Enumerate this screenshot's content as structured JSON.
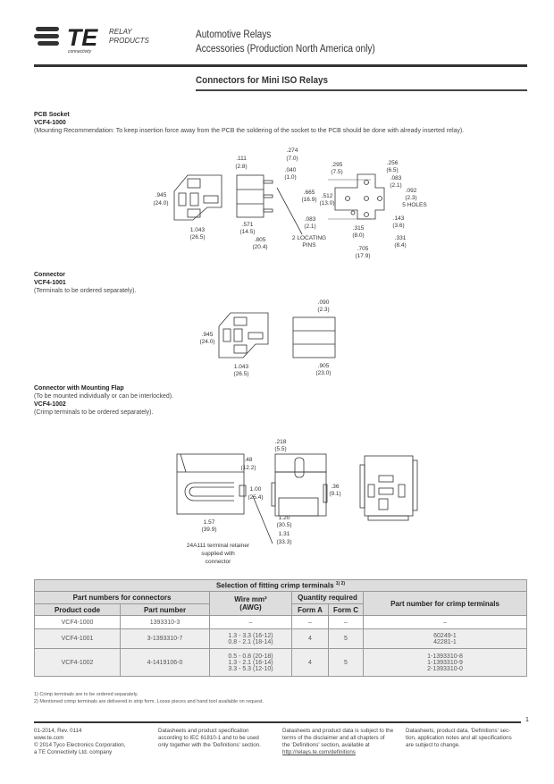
{
  "header": {
    "logo_text": "TE",
    "logo_subtext": "connectivity",
    "brand_line1": "RELAY",
    "brand_line2": "PRODUCTS",
    "title_line1": "Automotive Relays",
    "title_line2": "Accessories (Production North America only)"
  },
  "section_title": "Connectors for Mini ISO Relays",
  "products": [
    {
      "name": "PCB Socket",
      "code": "VCF4-1000",
      "note": "(Mounting Recommendation: To keep insertion force away from the PCB the soldering of the socket to the PCB should be done with already inserted relay).",
      "dims": {
        "h945": ".945",
        "h945mm": "(24.0)",
        "w1043": "1.043",
        "w1043mm": "(26.5)",
        "d111": ".111",
        "d111mm": "(2.8)",
        "d274": ".274",
        "d274mm": "(7.0)",
        "d040": ".040",
        "d040mm": "(1.0)",
        "d571": ".571",
        "d571mm": "(14.5)",
        "d805": ".805",
        "d805mm": "(20.4)",
        "pins1": "2 LOCATING",
        "pins2": "PINS",
        "d295": ".295",
        "d295mm": "(7.5)",
        "d256": ".256",
        "d256mm": "(6.5)",
        "d083a": ".083",
        "d083amm": "(2.1)",
        "d092": ".092",
        "d092mm": "(2.3)",
        "holes": "5 HOLES",
        "d665": ".665",
        "d665mm": "(16.9)",
        "d512": ".512",
        "d512mm": "(13.0)",
        "d083b": ".083",
        "d083bmm": "(2.1)",
        "d315": ".315",
        "d315mm": "(8.0)",
        "d143": ".143",
        "d143mm": "(3.6)",
        "d331": ".331",
        "d331mm": "(8.4)",
        "d705": ".705",
        "d705mm": "(17.9)"
      }
    },
    {
      "name": "Connector",
      "code": "VCF4-1001",
      "note": "(Terminals to be ordered separately).",
      "dims": {
        "d090": ".090",
        "d090mm": "(2.3)",
        "h945": ".945",
        "h945mm": "(24.0)",
        "w1043": "1.043",
        "w1043mm": "(26.5)",
        "d905": ".905",
        "d905mm": "(23.0)"
      }
    },
    {
      "name": "Connector with Mounting Flap",
      "note1": "(To be mounted individually or can be interlocked).",
      "code": "VCF4-1002",
      "note": "(Crimp terminals to be ordered separately).",
      "dims": {
        "d218": ".218",
        "d218mm": "(5.5)",
        "d48": ".48",
        "d48mm": "(12.2)",
        "d100": "1.00",
        "d100mm": "(25.4)",
        "d36": ".36",
        "d36mm": "(9.1)",
        "d157": "1.57",
        "d157mm": "(39.9)",
        "d120": "1.20",
        "d120mm": "(30.5)",
        "d131": "1.31",
        "d131mm": "(33.3)",
        "ret1": "24A111 terminal retainer",
        "ret2": "supplied with",
        "ret3": "connector"
      }
    }
  ],
  "table": {
    "title": "Selection of fitting crimp terminals",
    "title_sup": "1) 2)",
    "group_connectors": "Part numbers for connectors",
    "col_product_code": "Product code",
    "col_part_number": "Part number",
    "col_wire": "Wire mm²",
    "col_wire2": "(AWG)",
    "group_quantity": "Quantity required",
    "col_form_a": "Form A",
    "col_form_c": "Form C",
    "col_crimp": "Part number for crimp terminals",
    "rows": [
      {
        "code": "VCF4-1000",
        "part": "1393310-3",
        "wire": [
          "–"
        ],
        "form_a": "–",
        "form_c": "–",
        "crimp": [
          "–"
        ]
      },
      {
        "code": "VCF4-1001",
        "part": "3-1393310-7",
        "wire": [
          "1.3 - 3.3 (16-12)",
          "0.8 - 2.1 (18-14)"
        ],
        "form_a": "4",
        "form_c": "5",
        "crimp": [
          "60249-1",
          "42281-1"
        ]
      },
      {
        "code": "VCF4-1002",
        "part": "4-1419106-0",
        "wire": [
          "0.5 - 0.8 (20-18)",
          "1.3 - 2.1 (16-14)",
          "3.3 - 5.3 (12-10)"
        ],
        "form_a": "4",
        "form_c": "5",
        "crimp": [
          "1-1393310-8",
          "1-1393310-9",
          "2-1393310-0"
        ]
      }
    ]
  },
  "footnotes": [
    "1) Crimp terminals are to be ordered separately.",
    "2) Mentioned crimp terminals are delivered in strip form. Loose pieces and hand tool available on request."
  ],
  "footer": {
    "page": "1",
    "col1": [
      "01-2014, Rev. 0114",
      "www.te.com",
      "© 2014 Tyco Electronics Corporation,",
      "a TE Connectivity Ltd. company"
    ],
    "col2": [
      "Datasheets and product specification",
      "according to IEC 61810-1 and to be used",
      "only together with the 'Definitions' section."
    ],
    "col3": [
      "Datasheets and product data is subject to the",
      "terms of the disclaimer and all chapters of",
      "the 'Definitions' section, available at",
      "http://relays.te.com/definitions"
    ],
    "col4": [
      "Datasheets, product data, 'Definitions' sec-",
      "tion, application notes and all specifications",
      "are subject to change."
    ]
  }
}
